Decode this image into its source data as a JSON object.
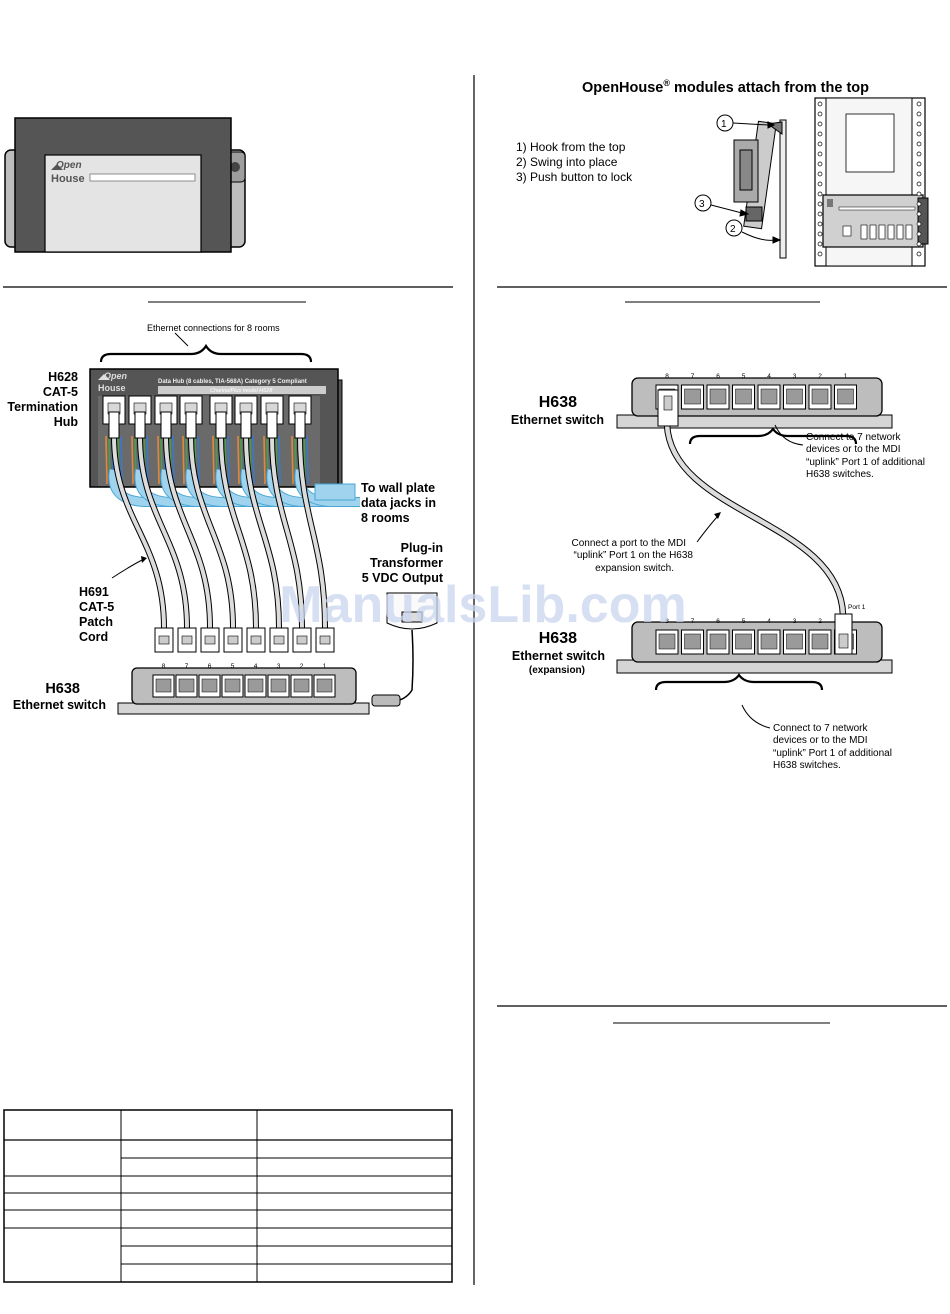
{
  "colors": {
    "ink": "#000000",
    "module_dark": "#555555",
    "module_mid": "#bdbdbd",
    "module_light": "#e4e4e4",
    "cable_blue": "#9fd3ee",
    "cable_blue_edge": "#4aa7d4",
    "cable_gray": "#dcdcdc",
    "wire_orange": "#e2883a",
    "wire_green": "#4f9a4f",
    "wire_blue": "#3c78c8",
    "watermark": "#c8d6ee"
  },
  "mounting": {
    "title": "OpenHouse",
    "title_reg": "®",
    "title_rest": " modules attach from the top",
    "steps": [
      "1) Hook from the top",
      "2) Swing into place",
      "3) Push button to lock"
    ],
    "callouts": [
      "1",
      "2",
      "3"
    ]
  },
  "left_diagram": {
    "brace_label": "Ethernet connections for 8 rooms",
    "hub_label": [
      "H628",
      "CAT-5",
      "Termination",
      "Hub"
    ],
    "hub_text": "Data Hub (8 cables, TIA-568A) Category 5 Compliant",
    "hub_model": "ChannelPlus model H628",
    "wall_label": [
      "To wall plate",
      "data jacks in",
      "8 rooms"
    ],
    "transformer_label": [
      "Plug-in",
      "Transformer",
      "5 VDC Output"
    ],
    "patch_label": [
      "H691",
      "CAT-5",
      "Patch",
      "Cord"
    ],
    "switch_label": [
      "H638",
      "Ethernet switch"
    ],
    "port_numbers": [
      "8",
      "7",
      "6",
      "5",
      "4",
      "3",
      "2",
      "1"
    ]
  },
  "right_diagram": {
    "switch_top_label": [
      "H638",
      "Ethernet switch"
    ],
    "connect_note_top": [
      "Connect to 7 network",
      "devices or to the MDI",
      "“uplink” Port 1 of additional",
      "H638 switches."
    ],
    "uplink_note": [
      "Connect a port to the MDI",
      "“uplink” Port 1 on  the H638",
      "expansion switch."
    ],
    "port1_label": "Port 1",
    "switch_bottom_label": [
      "H638",
      "Ethernet switch",
      "(expansion)"
    ],
    "connect_note_bottom": [
      "Connect to 7 network",
      "devices or to the MDI",
      "“uplink” Port 1 of additional",
      "H638 switches."
    ],
    "port_numbers": [
      "8",
      "7",
      "6",
      "5",
      "4",
      "3",
      "2",
      "1"
    ]
  },
  "logo": {
    "line1": "Open",
    "line2": "House"
  },
  "watermark": "ManualsLib.com",
  "table": {
    "rows": 10
  }
}
